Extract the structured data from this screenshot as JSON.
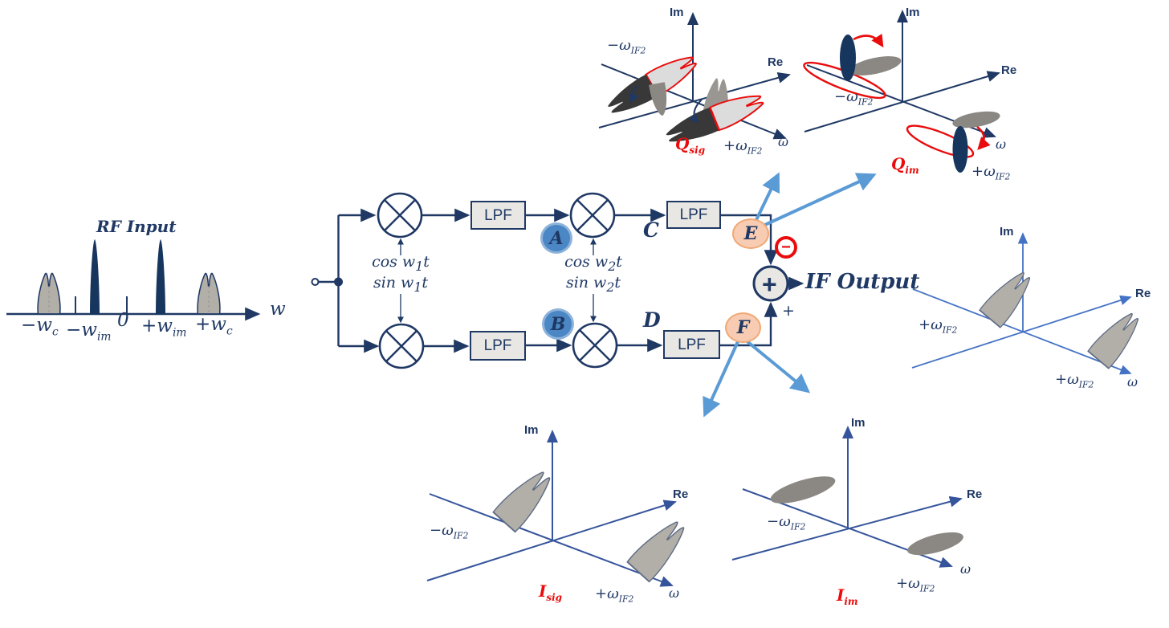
{
  "colors": {
    "navy": "#1f3864",
    "navy-dark": "#17365d",
    "red": "#ea0c0c",
    "lightblue": "#5b9bd5",
    "axisblue": "#4472c4",
    "axismid": "#35549b",
    "box-fill": "#e8e7e4",
    "node-blue": "#4a87c4",
    "node-blue-ring": "#8db3da",
    "node-peach": "#f8ccb2",
    "node-peach-ring": "#f0a875",
    "gray-lobe": "#b2aea8",
    "gray-blob": "#8b8884",
    "light-lobe": "#dcdcdc",
    "dark-lobe": "#383838"
  },
  "rf_input": {
    "title": "RF Input",
    "axis_label": "w",
    "ticks": [
      {
        "pre": "−w",
        "sub": "c"
      },
      {
        "pre": "−w",
        "sub": "im"
      },
      {
        "pre": "0",
        "sub": ""
      },
      {
        "pre": "+w",
        "sub": "im"
      },
      {
        "pre": "+w",
        "sub": "c"
      }
    ]
  },
  "diagram": {
    "lpf": "LPF",
    "lo1": {
      "line1": {
        "pre": "cos w",
        "sub": "1",
        "post": "t"
      },
      "line2": {
        "pre": "sin w",
        "sub": "1",
        "post": "t"
      }
    },
    "lo2": {
      "line1": {
        "pre": "cos w",
        "sub": "2",
        "post": "t"
      },
      "line2": {
        "pre": "sin w",
        "sub": "2",
        "post": "t"
      }
    },
    "points": {
      "a": "A",
      "b": "B",
      "c": "C",
      "d": "D",
      "e": "E",
      "f": "F"
    },
    "summer": {
      "symbol": "+",
      "minus": "−",
      "plus": "+"
    },
    "output": "IF Output"
  },
  "plots": {
    "q_sig": {
      "title": {
        "pre": "Q",
        "sub": "sig"
      },
      "im": "Im",
      "re": "Re",
      "omega": "ω",
      "neg": {
        "pre": "−ω",
        "sub": "IF2"
      },
      "pos": {
        "pre": "+ω",
        "sub": "IF2"
      }
    },
    "q_im": {
      "title": {
        "pre": "Q",
        "sub": "im"
      },
      "im": "Im",
      "re": "Re",
      "omega": "ω",
      "neg": {
        "pre": "−ω",
        "sub": "IF2"
      },
      "pos": {
        "pre": "+ω",
        "sub": "IF2"
      }
    },
    "if_out": {
      "im": "Im",
      "re": "Re",
      "omega": "ω",
      "left": {
        "pre": "+ω",
        "sub": "IF2"
      },
      "right": {
        "pre": "+ω",
        "sub": "IF2"
      }
    },
    "i_sig": {
      "title": {
        "pre": "I",
        "sub": "sig"
      },
      "im": "Im",
      "re": "Re",
      "omega": "ω",
      "neg": {
        "pre": "−ω",
        "sub": "IF2"
      },
      "pos": {
        "pre": "+ω",
        "sub": "IF2"
      }
    },
    "i_im": {
      "title": {
        "pre": "I",
        "sub": "im"
      },
      "im": "Im",
      "re": "Re",
      "omega": "ω",
      "neg": {
        "pre": "−ω",
        "sub": "IF2"
      },
      "pos": {
        "pre": "+ω",
        "sub": "IF2"
      }
    }
  }
}
